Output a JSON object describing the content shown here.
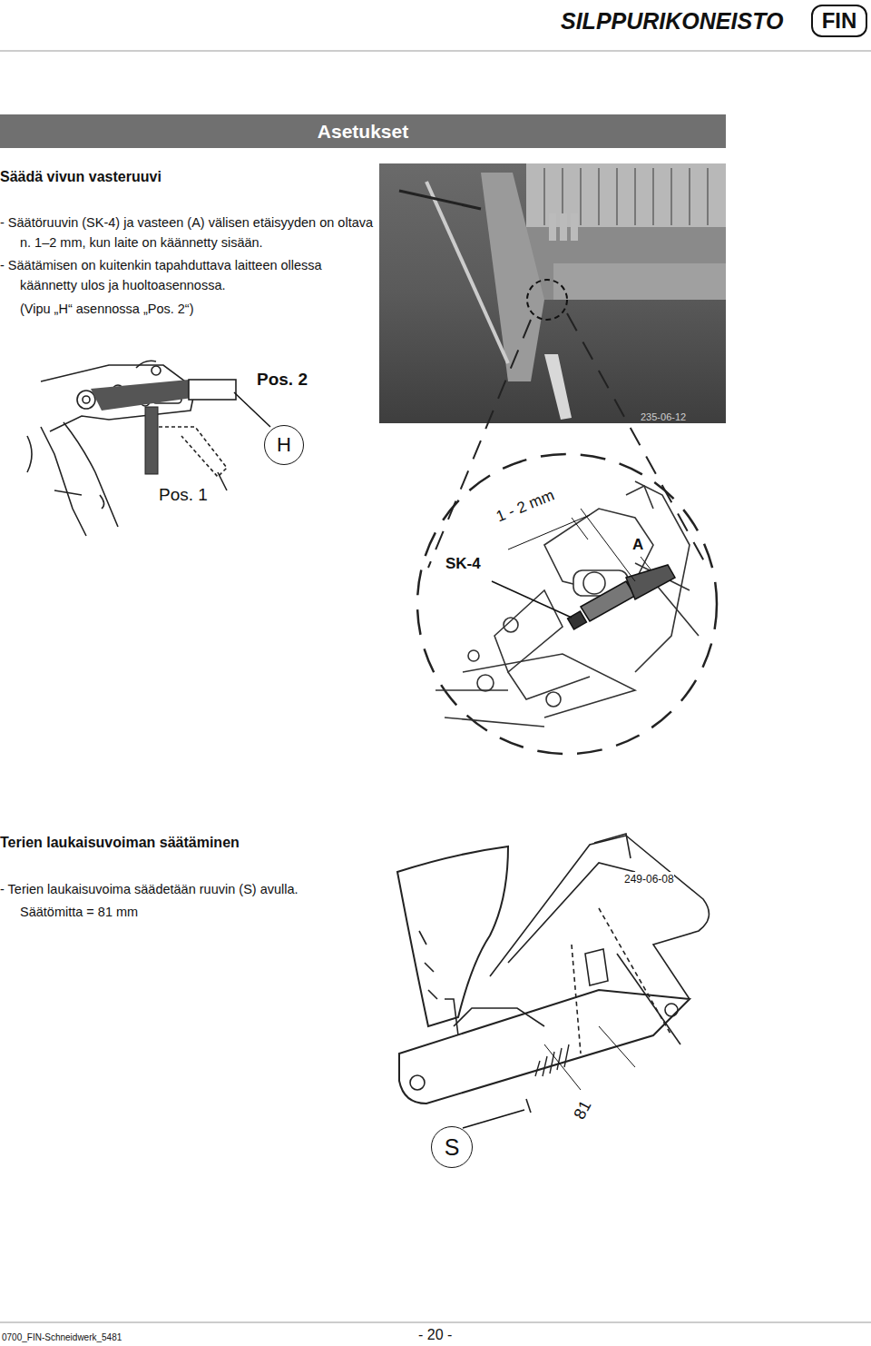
{
  "diagram": {
    "title": "SILPPURIKONEISTO",
    "nodes": [
      {
        "text": [
          "FIN"
        ]
      },
      {
        "text": [
          "Asetukset"
        ]
      },
      {
        "text": [
          "H"
        ]
      },
      {
        "text": [
          "S"
        ]
      }
    ],
    "labels": [
      "Säädä vivun vasteruuvi",
      "- Säätöruuvin (SK-4) ja vasteen (A) välisen etäisyyden on oltava n. 1–2 mm, kun laite on käännetty sisään.",
      "- Säätämisen on kuitenkin tapahduttava laitteen ollessa käännetty ulos ja huoltoasennossa.",
      "(Vipu „H“ asennossa „Pos. 2“)",
      "Pos. 2",
      "Pos. 1",
      "235-06-12",
      "1 - 2 mm",
      "A",
      "SK-4",
      "Terien laukaisuvoiman säätäminen",
      "- Terien laukaisuvoima säädetään ruuvin (S) avulla.",
      "Säätömitta = 81 mm",
      "249-06-08",
      "81",
      "0700_FIN-Schneidwerk_5481",
      "- 20 -"
    ]
  }
}
